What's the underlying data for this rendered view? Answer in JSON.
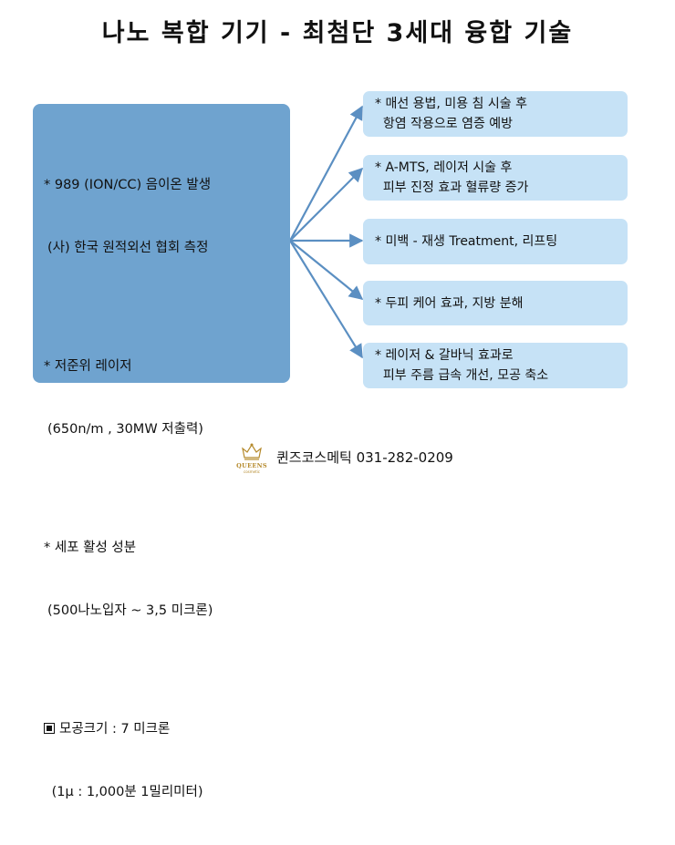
{
  "title": "나노 복합 기기 - 최첨단 3세대 융합 기술",
  "left_box": {
    "items": [
      {
        "line1": "* 989 (ION/CC) 음이온 발생",
        "line2": "(사) 한국 원적외선 협회 측정"
      },
      {
        "line1": "* 저준위 레이저",
        "line2": "(650n/m , 30MW 저출력)"
      },
      {
        "line1": "* 세포 활성 성분",
        "line2": "(500나노입자 ~ 3,5 미크론)"
      },
      {
        "line1": "모공크기 : 7 미크론",
        "line2": " (1μ : 1,000분 1밀리미터)"
      }
    ]
  },
  "right_boxes": [
    {
      "line1": "* 매선 용법, 미용 침 시술 후",
      "line2": "  항염 작용으로 염증 예방"
    },
    {
      "line1": "* A-MTS, 레이저 시술 후",
      "line2": "  피부 진정 효과 혈류량 증가"
    },
    {
      "line1": "* 미백 - 재생 Treatment, 리프팅",
      "line2": ""
    },
    {
      "line1": "* 두피 케어 효과, 지방 분해",
      "line2": ""
    },
    {
      "line1": "* 레이저 & 갈바닉 효과로",
      "line2": "  피부 주름 급속 개선, 모공 축소"
    }
  ],
  "footer": {
    "logo_text": "QUEENS",
    "logo_subtext": "cosmetic",
    "text": "퀸즈코스메틱 031-282-0209"
  },
  "colors": {
    "left_box": "#6fa3cf",
    "right_box": "#c6e2f6",
    "arrow": "#5b8fc2",
    "logo": "#b58a2c"
  }
}
